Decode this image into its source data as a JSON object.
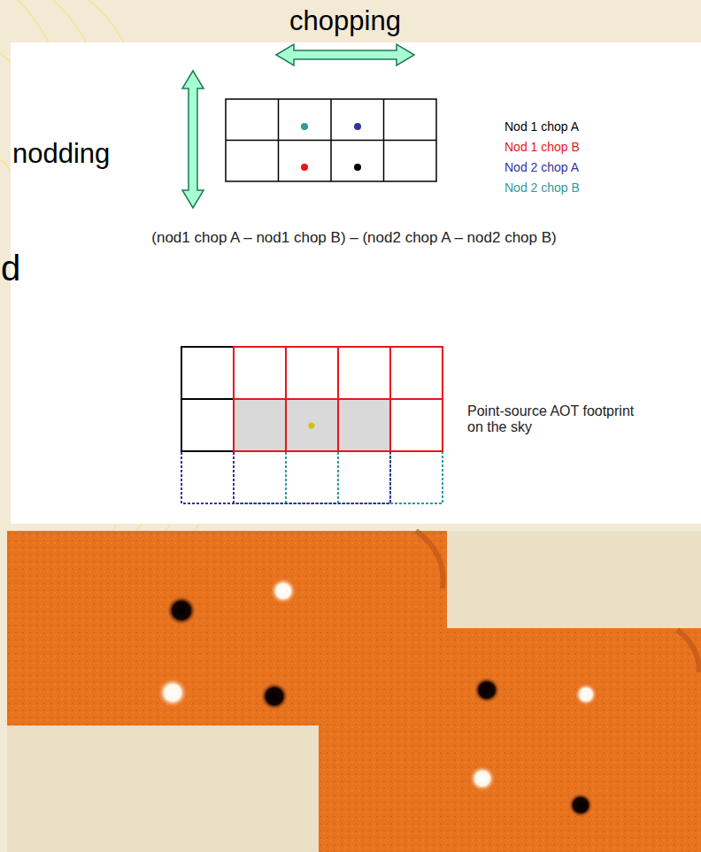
{
  "diagram": {
    "labels": [
      "chopping",
      "nodding",
      "(nod1 chop A – nod1 chop B) – (nod2 chop A – nod2 chop B)",
      "d",
      "Point-source AOT footprint on the sky"
    ],
    "legend": [
      {
        "text": "Nod 1 chop A",
        "color": "#000000"
      },
      {
        "text": "Nod 1 chop B",
        "color": "#e8141c"
      },
      {
        "text": "Nod 2 chop A",
        "color": "#333399"
      },
      {
        "text": "Nod 2 chop B",
        "color": "#339999"
      }
    ]
  }
}
